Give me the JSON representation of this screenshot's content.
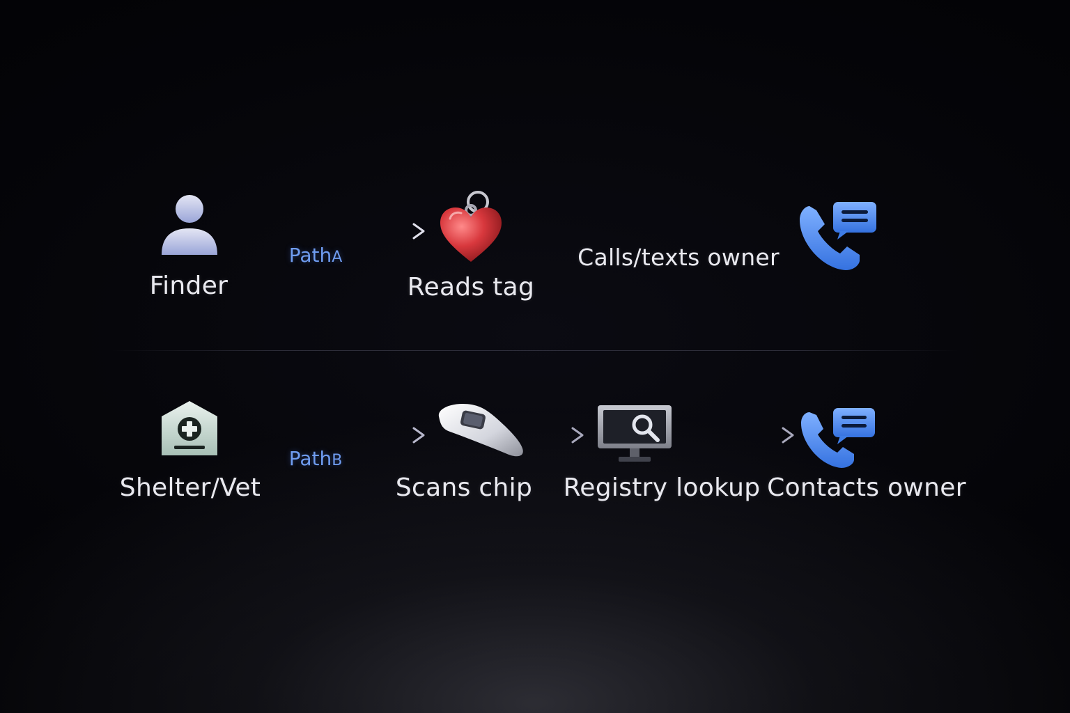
{
  "colors": {
    "background": "#050509",
    "label_text": "#e9e9ef",
    "path_label": "#6f9cf0",
    "phone_blue": "#4d8ef0",
    "heart_red": "#d8383d",
    "connector": "#8a8a9e"
  },
  "path_a": {
    "label_main": "Path",
    "label_sub": "A",
    "nodes": [
      {
        "label": "Finder",
        "icon": "person-icon"
      },
      {
        "label": "Reads tag",
        "icon": "heart-tag-icon"
      },
      {
        "label": "",
        "icon": "phone-message-icon"
      }
    ],
    "edge_labels": [
      "",
      "Calls/texts owner"
    ]
  },
  "path_b": {
    "label_main": "Path",
    "label_sub": "B",
    "nodes": [
      {
        "label": "Shelter/Vet",
        "icon": "shelter-vet-icon"
      },
      {
        "label": "Scans chip",
        "icon": "chip-scanner-icon"
      },
      {
        "label": "Registry lookup",
        "icon": "monitor-search-icon"
      },
      {
        "label": "Contacts owner",
        "icon": "phone-message-icon"
      }
    ]
  }
}
